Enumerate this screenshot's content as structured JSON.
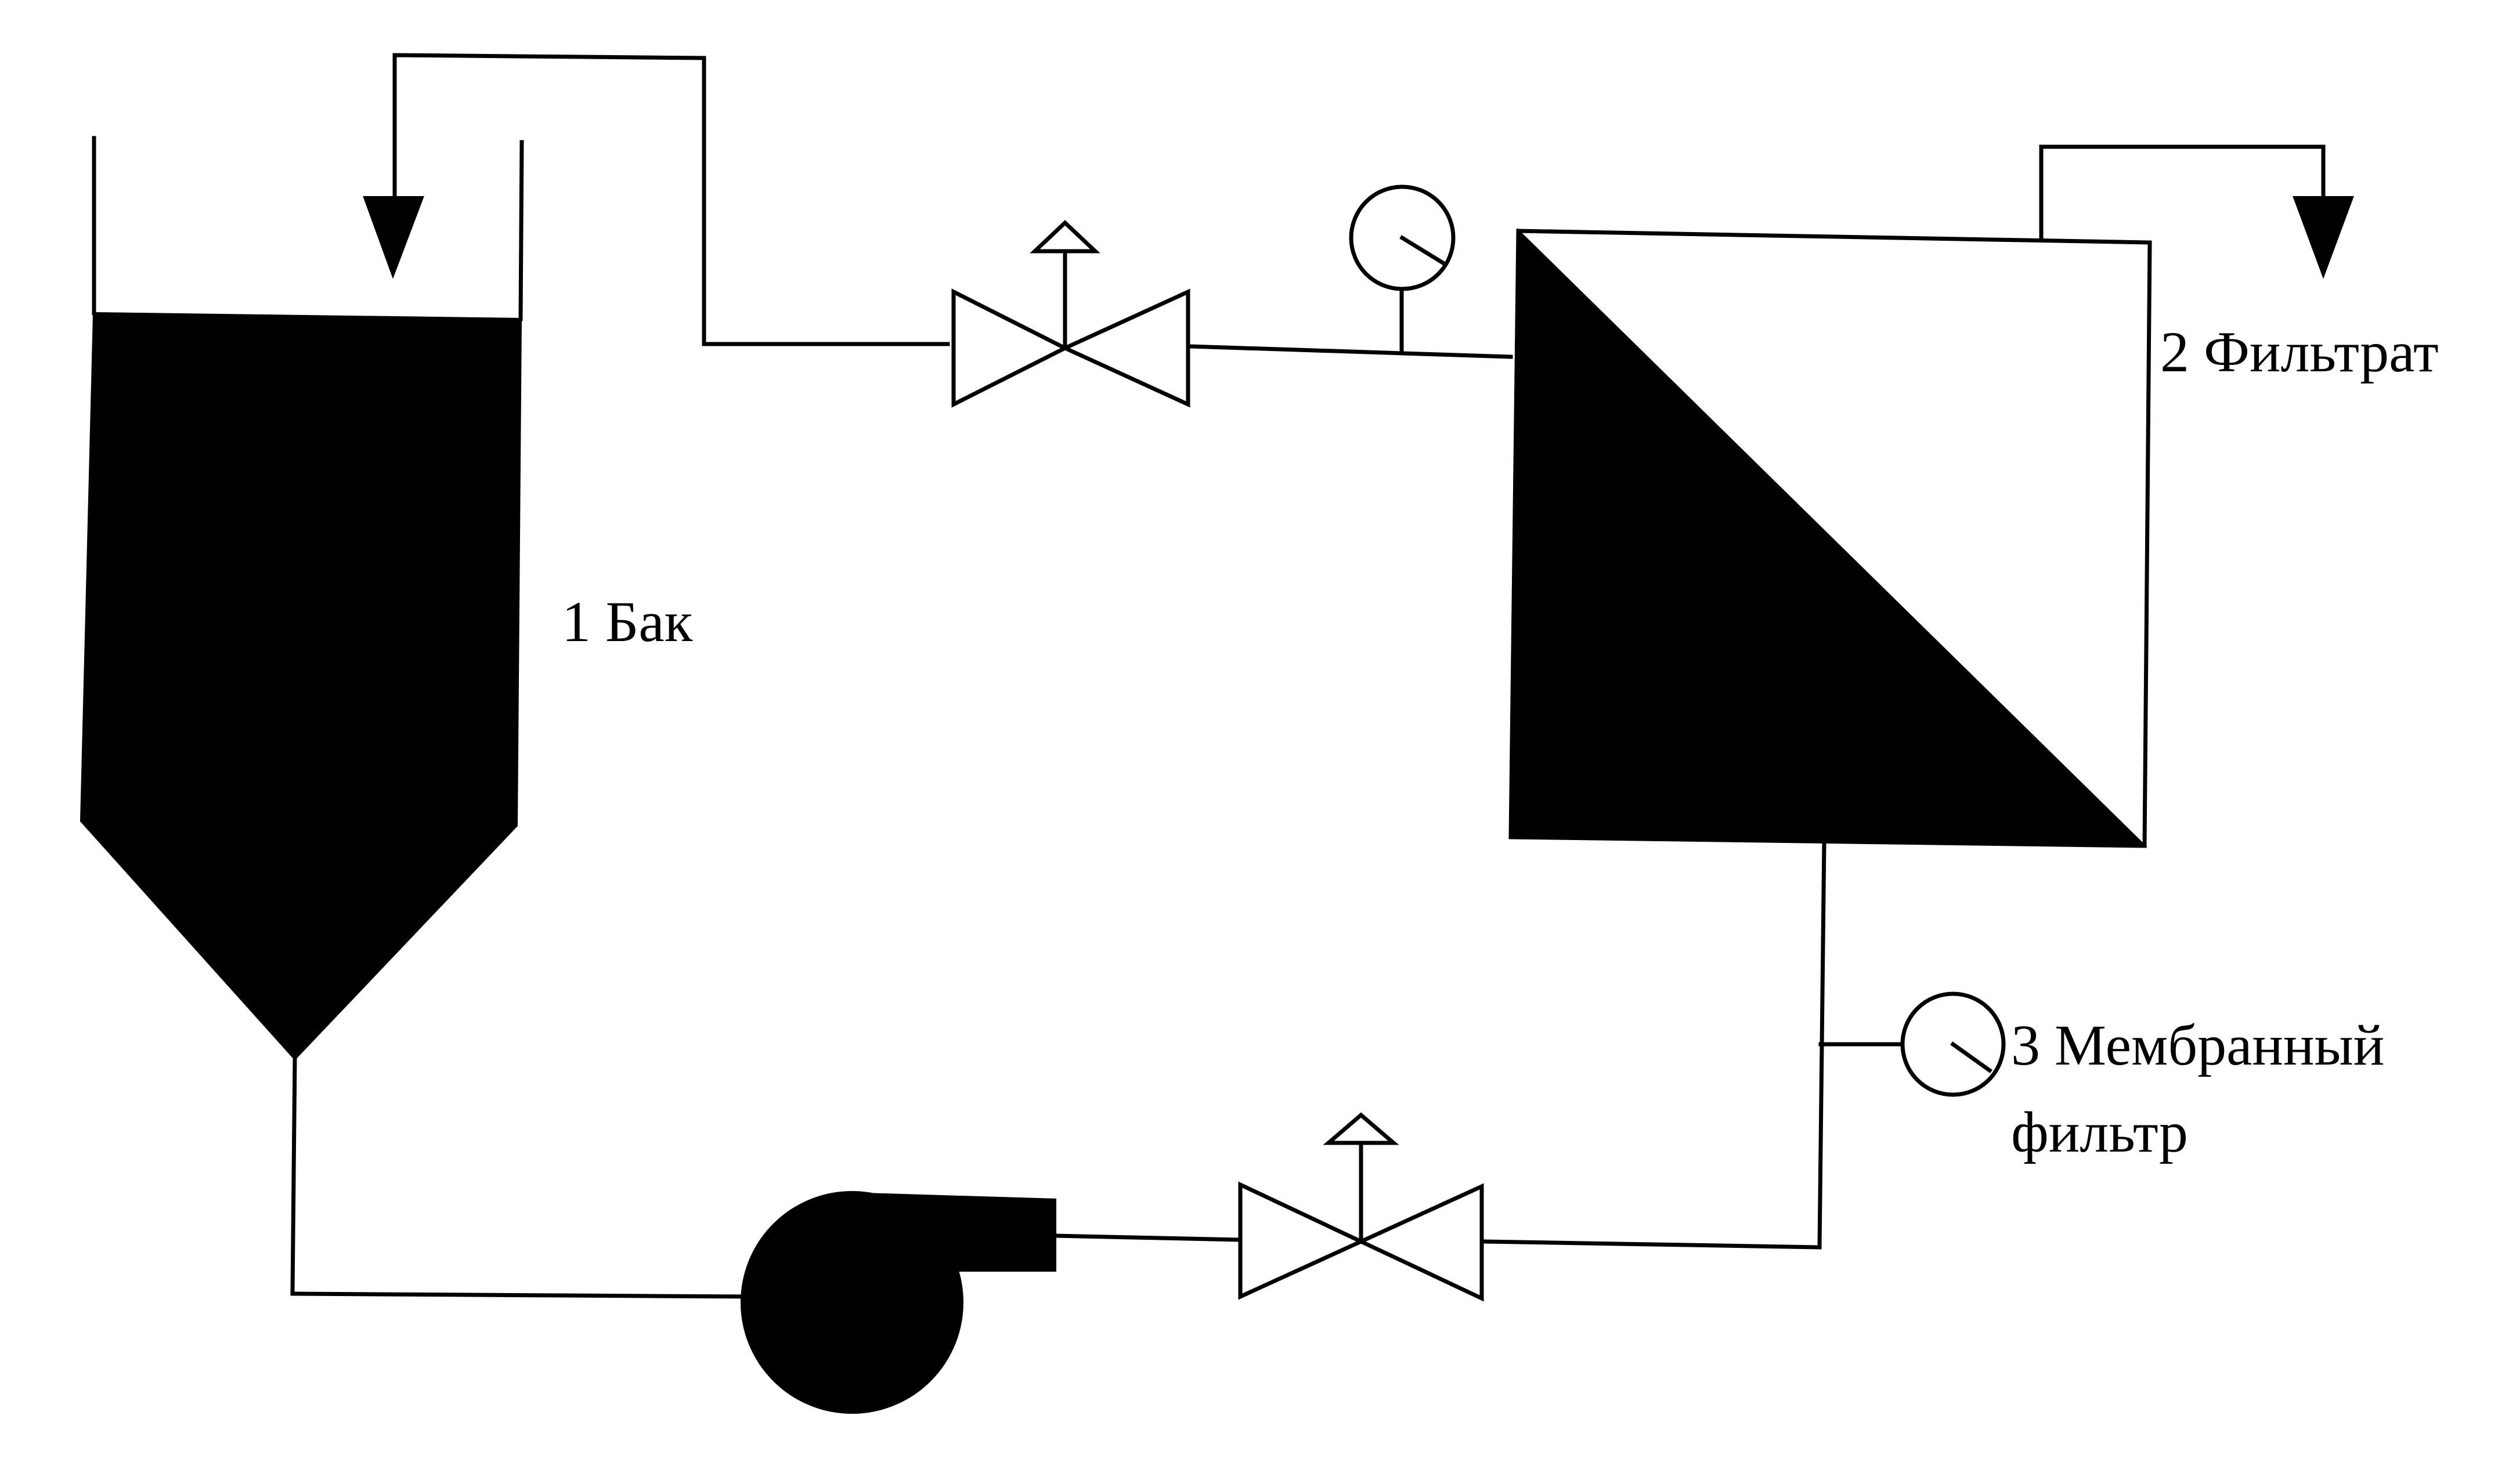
{
  "labels": {
    "tank": "1 Бак",
    "filtrate": "2 Фильтрат",
    "membrane_line1": "3 Мембранный",
    "membrane_line2": "фильтр"
  },
  "colors": {
    "line": "#000000",
    "fill": "#000000",
    "background": "#ffffff"
  }
}
